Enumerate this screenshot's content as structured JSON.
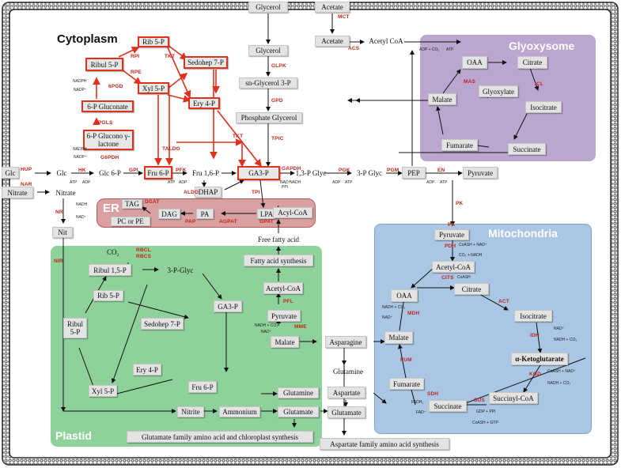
{
  "regions": {
    "cytoplasm": "Cytoplasm",
    "glyoxysome": "Glyoxysome",
    "mitochondria": "Mitochondria",
    "plastid": "Plastid",
    "er": "ER"
  },
  "colors": {
    "cell_wall": "#3a3a3a",
    "glyoxysome_fill": "#bba6cf",
    "mitochondria_fill": "#a9c6e4",
    "plastid_fill": "#8fd19a",
    "er_fill": "#d8a0a0",
    "er_border": "#b55b5b",
    "enzyme_text": "#c0251b",
    "red_path": "#e0301e",
    "node_fill": "#e3e3e3"
  },
  "metabolites": {
    "glycerol_top": "Glycerol",
    "acetate_top": "Acetate",
    "acetate": "Acetate",
    "acetyl_coa_cyt": "Acetyl CoA",
    "glycerol": "Glycerol",
    "sn_glycerol_3p": "sn-Glycerol 3-P",
    "phosphate_glycerol": "Phosphate Glycerol",
    "rib5p": "Rib 5-P",
    "ribul5p": "Ribul 5-P",
    "sedohep7p": "Sedohep 7-P",
    "xyl5p": "Xyl 5-P",
    "ery4p": "Ery 4-P",
    "gluconate6p": "6-P Gluconate",
    "glucono_lactone": "6-P Glucono γ-lactone",
    "glc_ext": "Glc",
    "glc": "Glc",
    "glc6p": "Glc 6-P",
    "fru6p": "Fru 6-P",
    "fru16p": "Fru 1,6-P",
    "ga3p": "GA3-P",
    "dhap": "DHAP",
    "glyc13p": "1,3-P Glyc",
    "glyc3p": "3-P Glyc",
    "pep": "PEP",
    "pyruvate_cyt": "Pyruvate",
    "nitrate_ext": "Nitrate",
    "nitrate": "Nitrate",
    "nit": "Nit",
    "tag": "TAG",
    "dag": "DAG",
    "pa": "PA",
    "lpa": "LPA",
    "acyl_coa": "Acyl-CoA",
    "pc_pe": "PC or PE",
    "free_fatty_acid": "Free fatty acid",
    "fatty_acid_synthesis": "Fatty acid synthesis",
    "acetyl_coa_pl": "Acetyl-CoA",
    "pyruvate_pl": "Pyruvate",
    "malate_pl": "Malate",
    "co2": "CO₂",
    "ribul15p": "Ribul 1,5-P",
    "p3glyc": "3-P-Glyc",
    "rib5p_pl": "Rib 5-P",
    "ga3p_pl": "GA3-P",
    "ribul5p_pl": "Ribul 5-P",
    "sedohep7p_pl": "Sedohep 7-P",
    "ery4p_pl": "Ery 4-P",
    "fru6p_pl": "Fru 6-P",
    "xyl5p_pl": "Xyl 5-P",
    "nitrite": "Nitrite",
    "ammonium": "Ammonium",
    "glutamine_pl": "Glutamine",
    "glutamate_pl": "Glutamate",
    "glu_family": "Glutamate family amino acid and chloroplast synthesis",
    "asparagine": "Asparagine",
    "glutamine_c": "Glutamine",
    "aspartate": "Aspartate",
    "glutamate_c": "Glutamate",
    "asp_family": "Aspartate family amino acid synthesis",
    "oaa_g": "OAA",
    "citrate_g": "Citrate",
    "glyoxylate": "Glyoxylate",
    "malate_g": "Malate",
    "isocitrate_g": "Isocitrate",
    "fumarate_g": "Fumarate",
    "succinate_g": "Succinate",
    "pyruvate_m": "Pyruvate",
    "acetyl_coa_m": "Acetyl-CoA",
    "oaa_m": "OAA",
    "citrate_m": "Citrate",
    "isocitrate_m": "Isocitrate",
    "malate_m": "Malate",
    "akg": "α-Ketoglutarate",
    "fumarate_m": "Fumarate",
    "succinyl_coa": "Succinyl-CoA",
    "succinate_m": "Succinate"
  },
  "enzymes": {
    "mct": "MCT",
    "acs": "ACS",
    "glpk": "GLPK",
    "gpd": "GPD",
    "tpic": "TPIC",
    "rpi": "RPI",
    "tkt1": "TKT",
    "rpe": "RPE",
    "gpgd": "6PGD",
    "pgls": "PGLS",
    "g6pdh": "G6PDH",
    "taldo": "TALDO",
    "tkt2": "TKT",
    "hup": "HUP",
    "hk": "HK",
    "gpi": "GPI",
    "pfk": "PFK",
    "aldo": "ALDO",
    "tpi": "TPI",
    "gapdh": "GAPDH",
    "pgk": "PGK",
    "pgm": "PGM",
    "en": "EN",
    "pk_cyt": "PK",
    "pk_mito": "PK",
    "nar": "NAR",
    "nr": "NR",
    "nir": "NIR",
    "dgat": "DGAT",
    "pap": "PAP",
    "agpat": "AGPAT",
    "gpat": "GPAT",
    "mas": "MAS",
    "icl": "ICL",
    "rbcl": "RBCL",
    "rbcs": "RBCS",
    "pfl": "PFL",
    "mme": "MME",
    "pdh": "PDH",
    "cits": "CITS",
    "act": "ACT",
    "mdh": "MDH",
    "idh": "IDH",
    "fum": "FUM",
    "kgd": "KGD",
    "sdh": "SDH",
    "sus": "SUS"
  },
  "cofactors": {
    "nadph_ribul": "NADPH",
    "nadp_ribul": "NADP⁺",
    "nadph_lact": "NADPH",
    "nadp_lact": "NADP⁺",
    "atp_hk": "ATP",
    "adp_hk": "ADP",
    "atp_pfk": "ATP",
    "adp_pfk": "ADP",
    "nad_gapdh": "NAD⁺",
    "nadh_gapdh": "NADH",
    "pi_gapdh": "PPi",
    "adp_pgk": "ADP",
    "atp_pgk": "ATP",
    "adp_en": "ADP",
    "atp_en": "ATP",
    "nadh_nr": "NADH",
    "nad_nr": "NAD⁺",
    "adp_acs": "ADP + CO₂",
    "atp_acs": "ATP",
    "coash_pdh": "CoASH + NAD⁺",
    "co2_pdh": "CO₂ + NADH",
    "coash_cits": "CoASH",
    "nadh_mdh": "NADH + CO₂",
    "nad_mdh": "NAD⁺",
    "nad_idh": "NAD⁺",
    "nadh_idh": "NADH + CO₂",
    "coash_kgd": "CoASH + NAD⁺",
    "nadh_kgd": "NADH + CO₂",
    "fadh2": "FADH₂",
    "fad": "FAD⁺",
    "gdp_sus": "GDP + PPi",
    "gtp_sus": "CoASH + GTP",
    "nadh_mme": "NADH + CO₂",
    "nad_mme": "NAD⁺"
  }
}
